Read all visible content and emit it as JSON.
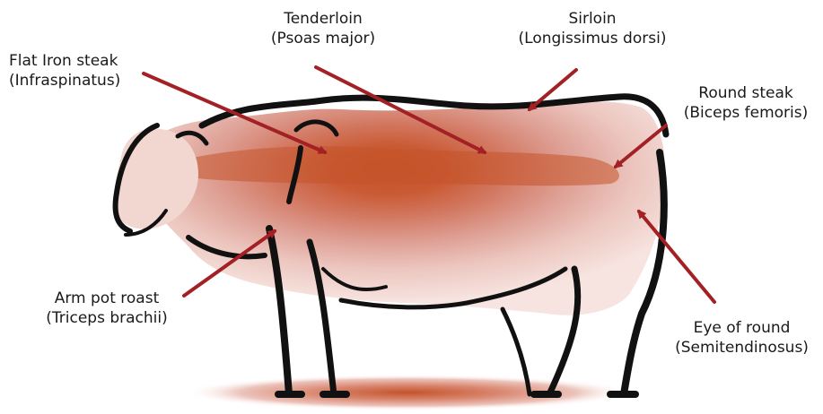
{
  "colors": {
    "arrow": "#a32125",
    "heat_core": "#c4532a",
    "heat_edge": "#f3d5cf",
    "outline": "#111111",
    "background": "#ffffff"
  },
  "labels": {
    "flat_iron": {
      "line1": "Flat Iron steak",
      "line2": "(Infraspinatus)"
    },
    "tenderloin": {
      "line1": "Tenderloin",
      "line2": "(Psoas major)"
    },
    "sirloin": {
      "line1": "Sirloin",
      "line2": "(Longissimus dorsi)"
    },
    "round_steak": {
      "line1": "Round steak",
      "line2": "(Biceps femoris)"
    },
    "arm_pot_roast": {
      "line1": "Arm pot roast",
      "line2": "(Triceps brachii)"
    },
    "eye_of_round": {
      "line1": "Eye of round",
      "line2": "(Semitendinosus)"
    }
  }
}
